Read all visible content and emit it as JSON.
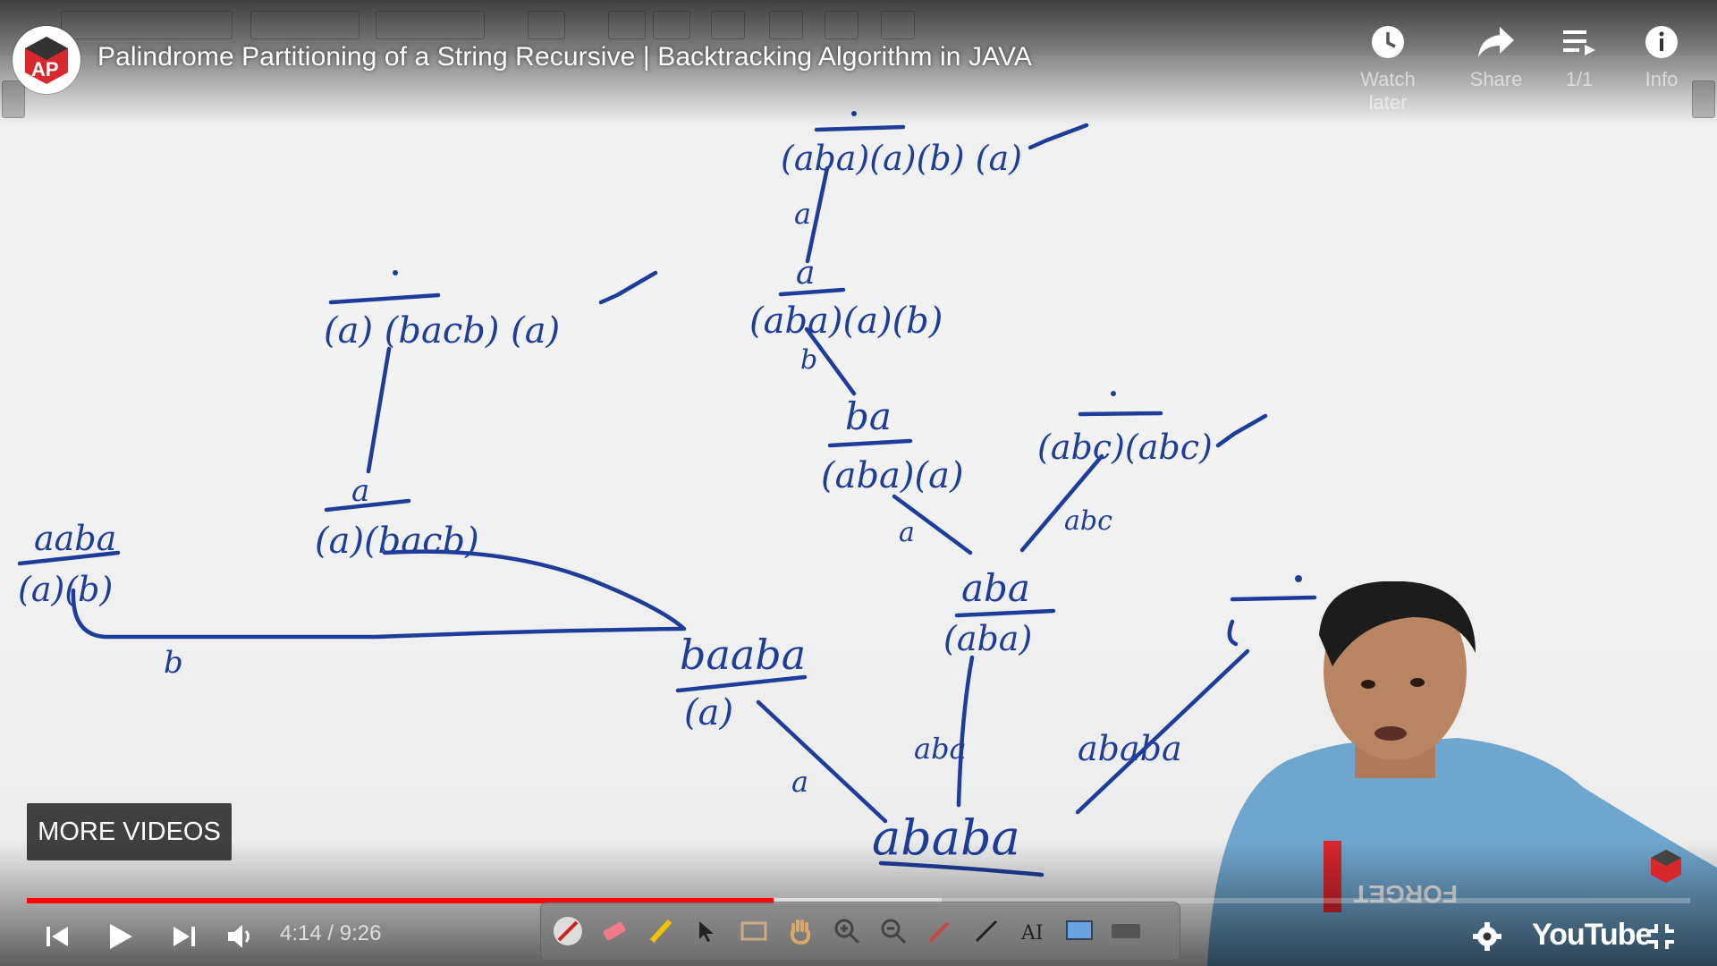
{
  "video": {
    "title": "Palindrome Partitioning of a String Recursive | Backtracking Algorithm in JAVA",
    "channel_icon": "channel-logo",
    "watch_later_label": "Watch later",
    "share_label": "Share",
    "playlist_position": "1/1",
    "info_label": "Info",
    "more_videos_label": "MORE VIDEOS",
    "current_time": "4:14",
    "duration": "9:26",
    "time_display": "4:14 / 9:26",
    "progress_fraction": 0.449,
    "buffered_fraction": 0.55,
    "progress_color": "#ff0000",
    "youtube_label": "YouTube"
  },
  "whiteboard": {
    "nodes": {
      "root_word": "ababa",
      "left_word": "baaba",
      "left_part": "(a)",
      "left_edge": "a",
      "mid_word": "aba",
      "mid_part": "(aba)",
      "mid_edge": "aba",
      "right_edge": "ababa",
      "far_left_word": "aaba",
      "far_left_part": "(a)(b)",
      "far_left_edge": "b",
      "cbacb_word": "a",
      "cbacb_part": "(a)(bacb)",
      "top_left_part": "(a) (bacb) (a)",
      "ba_word": "ba",
      "ba_part": "(aba)(a)",
      "ba_edge": "a",
      "abc_part": "(abc)(abc)",
      "abc_edge": "abc",
      "a_word": "a",
      "a_part": "(aba)(a)(b)",
      "a_edge": "b",
      "top_part": "(aba)(a)(b) (a)",
      "top_edge": "a"
    }
  },
  "toolbar_icons": [
    "pen-icon",
    "eraser-icon",
    "highlighter-icon",
    "pointer-icon",
    "select-icon",
    "hand-icon",
    "zoom-in-icon",
    "zoom-out-icon",
    "laser-icon",
    "line-icon",
    "text-icon",
    "screen-icon",
    "keyboard-icon"
  ],
  "colors": {
    "ink": "#1f3c9a",
    "accent": "#ff0000"
  }
}
